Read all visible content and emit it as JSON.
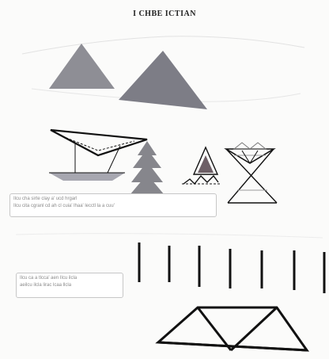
{
  "page": {
    "title": "I CHBE ICTIAN",
    "caption_1": {
      "line_1": "Ilcu cha sirte clay a' ucd hrgarl",
      "line_2": "Ilcu cita cgranl cd ah cl cuia' lhaa' lecctl la a cuu'"
    },
    "caption_2": {
      "line_1": "Ilcu ca a tlcca' aen Ilcu ilcla",
      "line_2": "aeilcu ilcla lirac lcaa llcla"
    }
  },
  "colors": {
    "ink": "#111111",
    "triangle_fill": "#8e8e95",
    "triangle_fill_dark": "#7d7d86",
    "tree_fill": "#86868c",
    "bowl_fill": "#a7a7b0",
    "hat_fill": "#6d5f66",
    "caption_text": "#8a8a8a",
    "caption_border": "#c7c7c7"
  }
}
